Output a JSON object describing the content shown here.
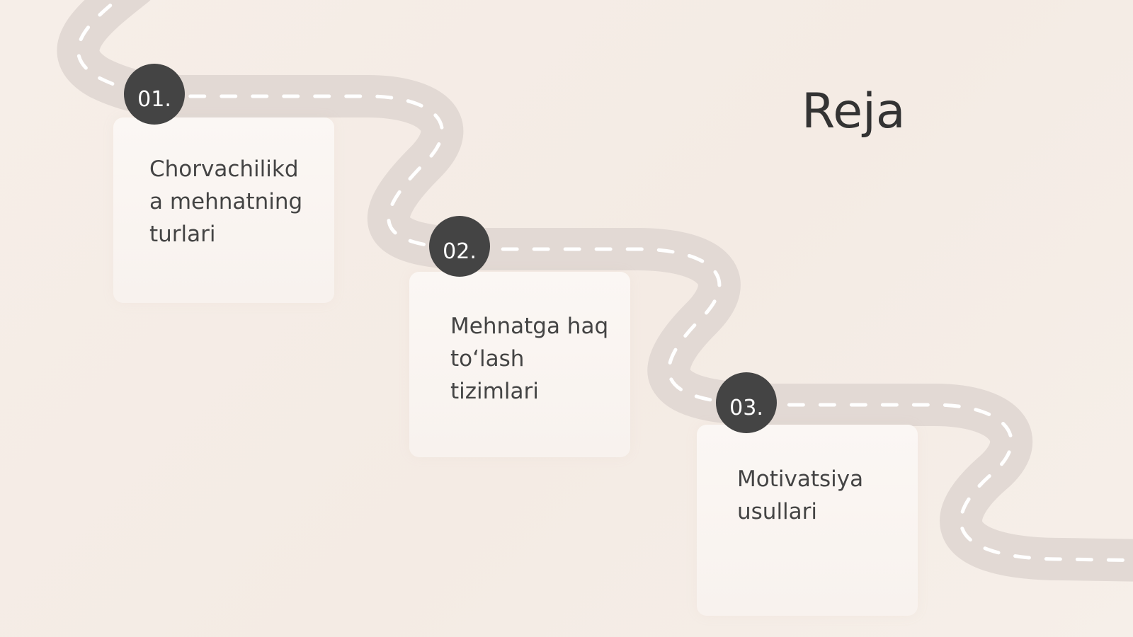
{
  "title": "Reja",
  "steps": [
    {
      "number": "01.",
      "text": "Chorvachilikd a mehnatning turlari"
    },
    {
      "number": "02.",
      "text": "Mehnatga haq to‘lash tizimlari"
    },
    {
      "number": "03.",
      "text": "Motivatsiya usullari"
    }
  ]
}
